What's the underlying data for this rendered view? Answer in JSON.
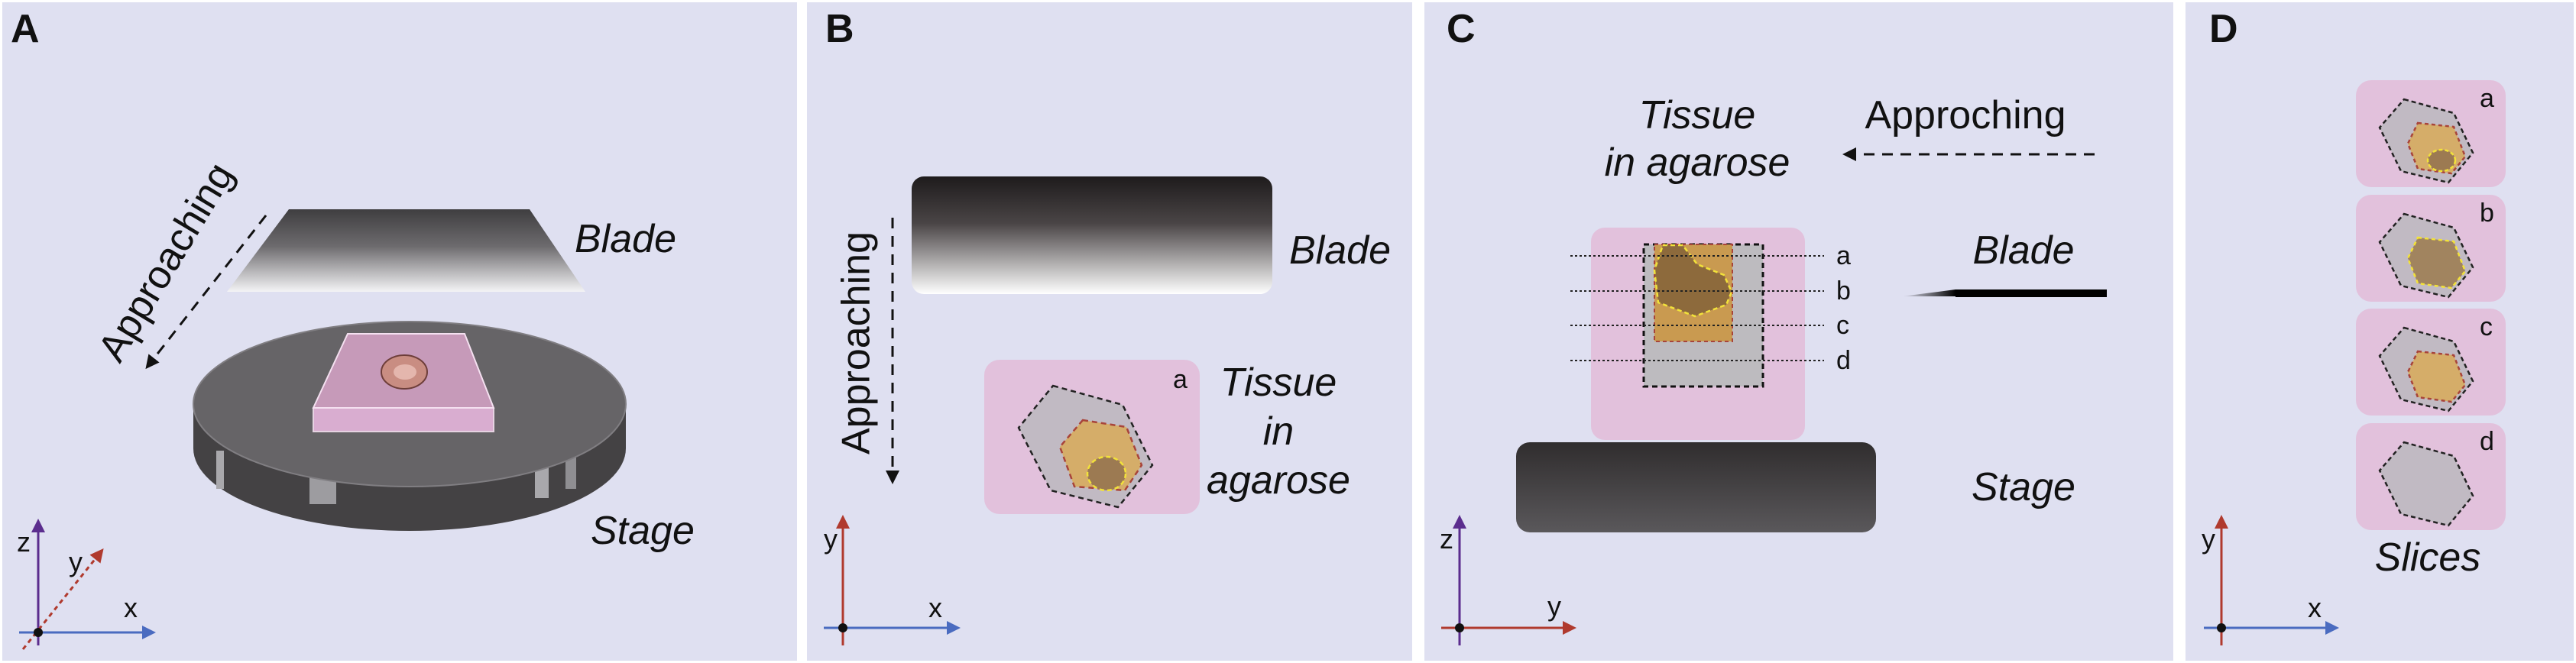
{
  "colors": {
    "background": "#dfe0f1",
    "agarose": "#e2c1dc",
    "tissue_gray": "#c1bac3",
    "tumor_orange": "#d5ad69",
    "core_brown": "#9c7a52",
    "axis_x": "#4a6bc0",
    "axis_y": "#b03a2e",
    "axis_z": "#5b2d8e"
  },
  "panels": {
    "a": {
      "label": "A",
      "approach_text": "Approaching",
      "blade_text": "Blade",
      "stage_text": "Stage",
      "axes": {
        "z": "z",
        "y": "y",
        "x": "x"
      }
    },
    "b": {
      "label": "B",
      "approach_text": "Approaching",
      "blade_text": "Blade",
      "slice_letter": "a",
      "tissue_text": [
        "Tissue",
        "in",
        "agarose"
      ],
      "axes": {
        "y": "y",
        "x": "x"
      }
    },
    "c": {
      "label": "C",
      "tissue_text": [
        "Tissue",
        "in agarose"
      ],
      "approach_text": "Approching",
      "blade_text": "Blade",
      "stage_text": "Stage",
      "cut_levels": [
        "a",
        "b",
        "c",
        "d"
      ],
      "axes": {
        "z": "z",
        "y": "y"
      }
    },
    "d": {
      "label": "D",
      "slices": [
        "a",
        "b",
        "c",
        "d"
      ],
      "slices_text": "Slices",
      "axes": {
        "y": "y",
        "x": "x"
      }
    }
  }
}
